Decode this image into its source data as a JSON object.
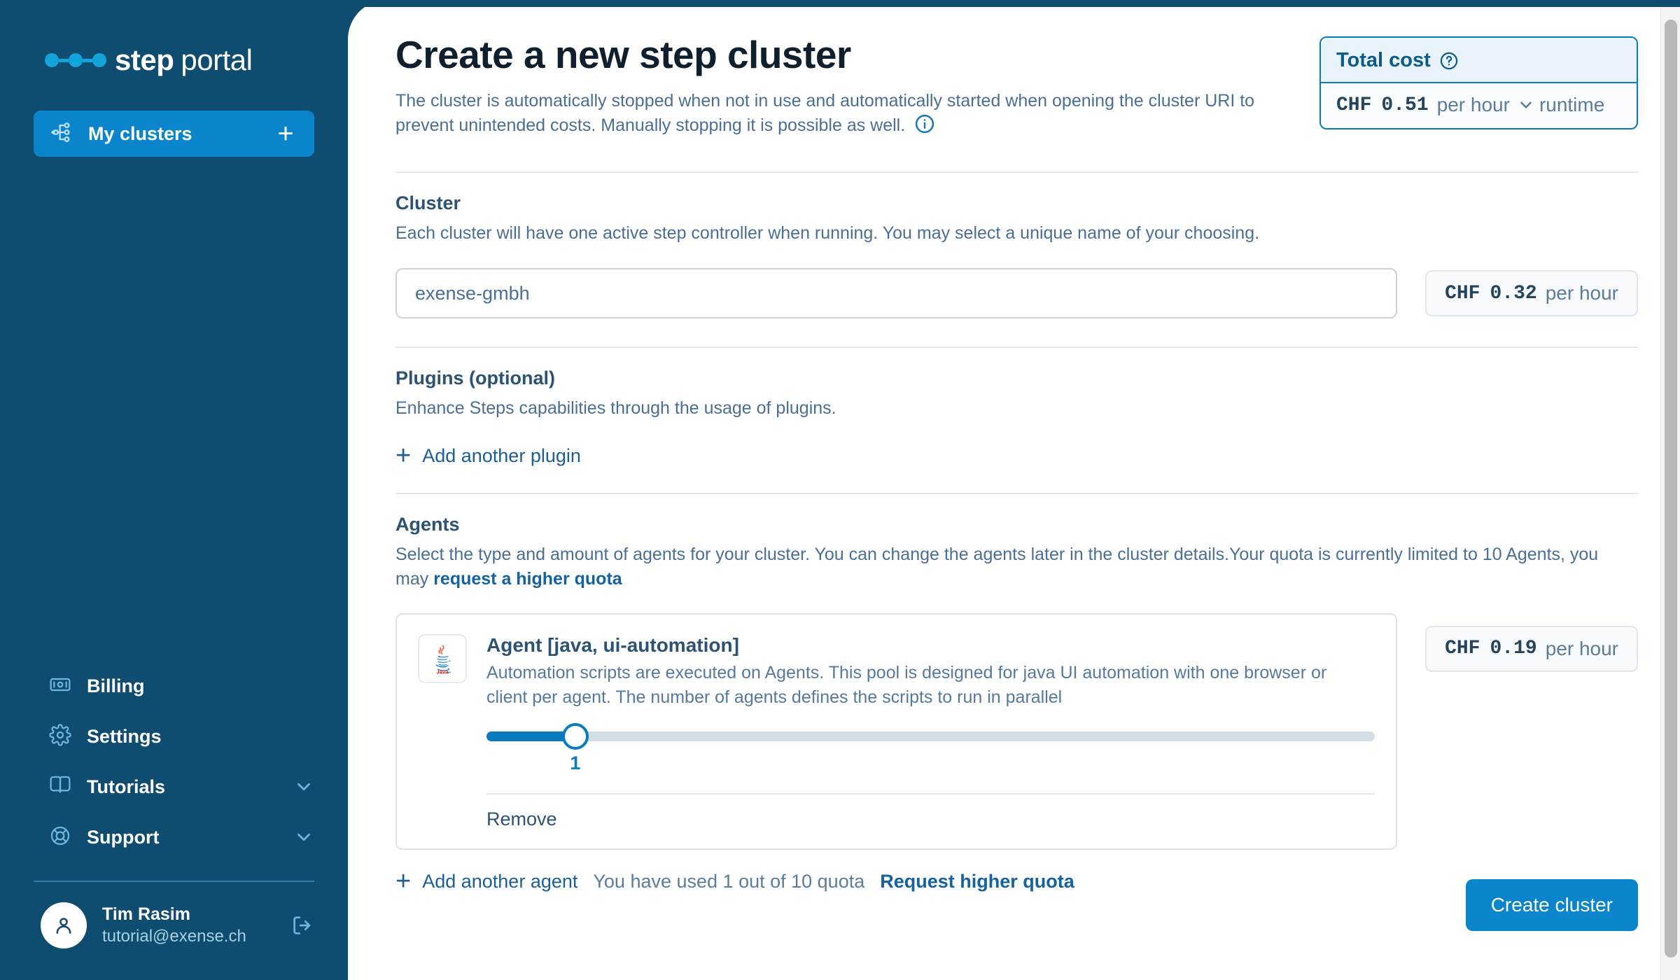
{
  "brand": {
    "name": "step",
    "suffix": "portal"
  },
  "sidebar": {
    "primary": {
      "label": "My clusters",
      "icon": "cluster-icon",
      "add_label": "+"
    },
    "items": [
      {
        "label": "Billing",
        "icon": "banknote-icon",
        "chevron": false
      },
      {
        "label": "Settings",
        "icon": "gear-icon",
        "chevron": false
      },
      {
        "label": "Tutorials",
        "icon": "book-icon",
        "chevron": true
      },
      {
        "label": "Support",
        "icon": "lifebuoy-icon",
        "chevron": true
      }
    ],
    "user": {
      "name": "Tim Rasim",
      "email": "tutorial@exense.ch",
      "logout_icon": "logout-icon"
    }
  },
  "page": {
    "title": "Create a new step cluster",
    "description": "The cluster is automatically stopped when not in use and automatically started when opening the cluster URI to prevent unintended costs. Manually stopping it is possible as well."
  },
  "total_cost": {
    "title": "Total cost",
    "help_icon": "question-circle-icon",
    "currency": "CHF",
    "amount": "0.51",
    "per": "per hour",
    "chevron_icon": "chevron-down-icon",
    "suffix": "runtime"
  },
  "cluster": {
    "title": "Cluster",
    "description": "Each cluster will have one active step controller when running. You may select a unique name of your choosing.",
    "input_value": "exense-gmbh",
    "input_placeholder": "exense-gmbh",
    "price": {
      "currency": "CHF",
      "amount": "0.32",
      "per": "per hour"
    }
  },
  "plugins": {
    "title": "Plugins (optional)",
    "description": "Enhance Steps capabilities through the usage of plugins.",
    "add_label": "Add another plugin"
  },
  "agents": {
    "title": "Agents",
    "description_part1": "Select the type and amount of agents for your cluster. You can change the agents later in the cluster details.Your quota is currently limited to 10 Agents, you may ",
    "quota_link": "request a higher quota",
    "card": {
      "logo": "java-logo-icon",
      "title": "Agent [java, ui-automation]",
      "description": "Automation scripts are executed on Agents. This pool is designed for java UI automation with one browser or client per agent. The number of agents defines the scripts to run in parallel",
      "slider_value": "1",
      "slider_min": 0,
      "slider_max": 10,
      "remove_label": "Remove",
      "price": {
        "currency": "CHF",
        "amount": "0.19",
        "per": "per hour"
      }
    },
    "add_label": "Add another agent",
    "quota_text": "You have used 1 out of 10 quota",
    "quota_request_label": "Request higher quota"
  },
  "actions": {
    "create_label": "Create cluster"
  },
  "colors": {
    "sidebar_bg": "#0e4d70",
    "accent": "#0a85cb",
    "accent_dark": "#0a7cbd",
    "dot": "#14a4dc",
    "text_muted": "#4a6f96"
  }
}
